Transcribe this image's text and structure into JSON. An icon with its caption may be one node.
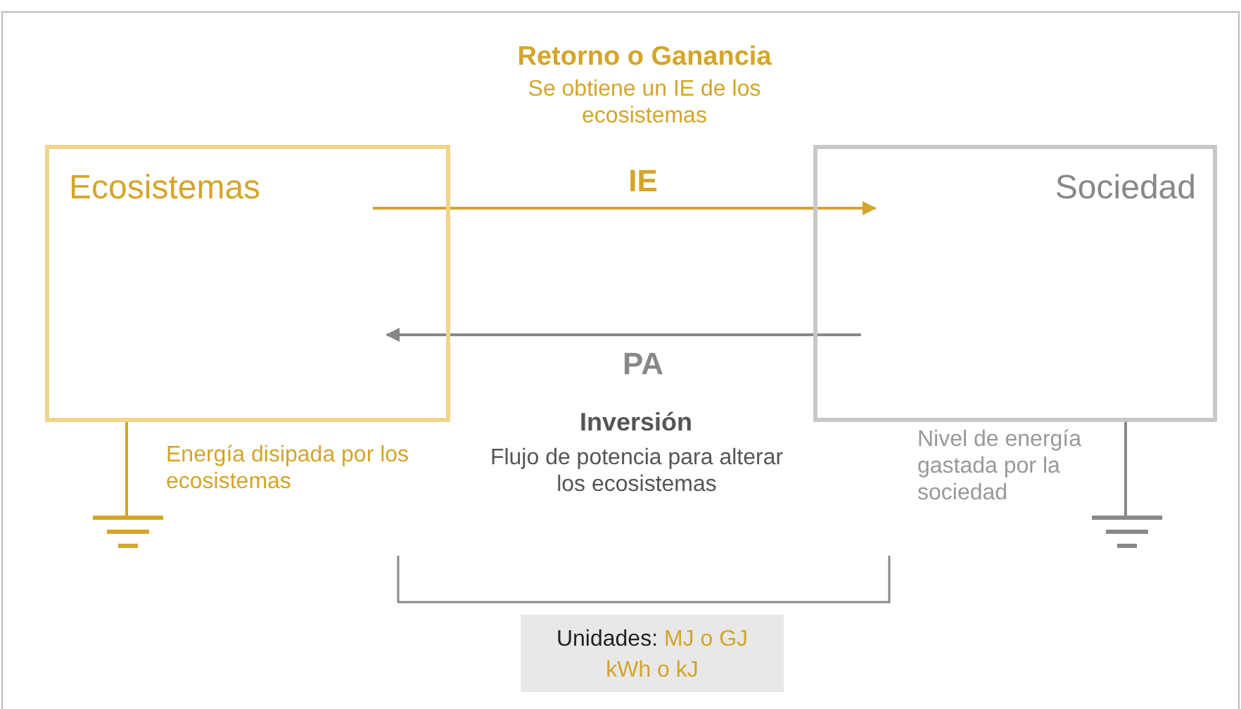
{
  "diagram": {
    "nodes": [
      {
        "text": [
          "Ecosistemas"
        ]
      },
      {
        "text": [
          "Sociedad"
        ]
      },
      {
        "text": [],
        "shape": "ground"
      },
      {
        "text": [],
        "shape": "ground"
      },
      {
        "text": [
          "Unidades:",
          "MJ o GJ kWh o kJ"
        ]
      }
    ],
    "edges": [
      {
        "from": 0,
        "to": 1,
        "arrow": "to",
        "label": "IE",
        "color": "#d4a52a"
      },
      {
        "from": 1,
        "to": 0,
        "arrow": "to",
        "label": "PA",
        "color": "#888888"
      },
      {
        "from": 0,
        "to": 2,
        "arrow": "none",
        "color": "#d4a52a"
      },
      {
        "from": 1,
        "to": 3,
        "arrow": "none",
        "color": "#888888"
      }
    ],
    "labels": [
      "Retorno o Ganancia",
      "Se obtiene un IE de los ecosistemas",
      "Inversión",
      "Flujo de potencia para alterar los ecosistemas",
      "Energía disipada por los ecosistemas",
      "Nivel de energía gastada por la sociedad"
    ]
  }
}
